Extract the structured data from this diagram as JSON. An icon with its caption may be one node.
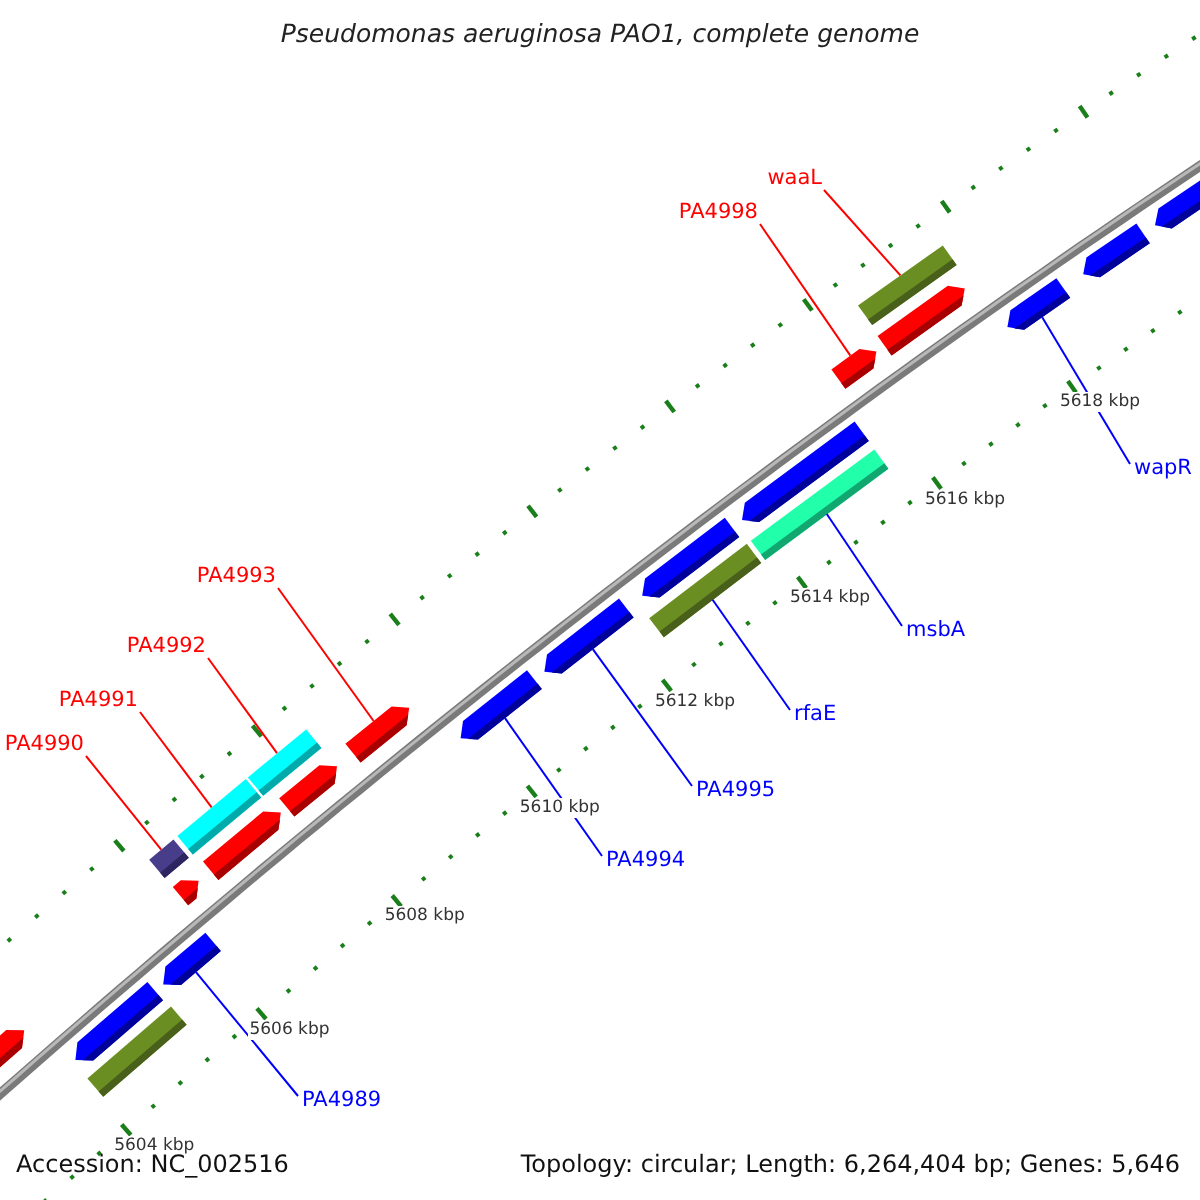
{
  "diagram": {
    "title": "Pseudomonas aeruginosa PAO1, complete genome",
    "nodes": [
      {
        "text": [
          "waaL"
        ]
      },
      {
        "text": [
          "PA4998"
        ]
      },
      {
        "text": [
          "PA4993"
        ]
      },
      {
        "text": [
          "PA4992"
        ]
      },
      {
        "text": [
          "PA4991"
        ]
      },
      {
        "text": [
          "PA4990"
        ]
      },
      {
        "text": [
          "wapR"
        ]
      },
      {
        "text": [
          "msbA"
        ]
      },
      {
        "text": [
          "rfaE"
        ]
      },
      {
        "text": [
          "PA4995"
        ]
      },
      {
        "text": [
          "PA4994"
        ]
      },
      {
        "text": [
          "PA4989"
        ]
      },
      {
        "text": [],
        "shape": "arrow"
      },
      {
        "text": [],
        "shape": "arrow"
      },
      {
        "text": [],
        "shape": "bar"
      },
      {
        "text": [],
        "shape": "box"
      },
      {
        "text": [],
        "shape": "arrow"
      },
      {
        "text": [],
        "shape": "arrow"
      },
      {
        "text": [],
        "shape": "bar"
      },
      {
        "text": [],
        "shape": "arrow"
      },
      {
        "text": [],
        "shape": "bar"
      },
      {
        "text": [],
        "shape": "arrow"
      },
      {
        "text": [],
        "shape": "arrow"
      },
      {
        "text": [],
        "shape": "arrow"
      },
      {
        "text": [],
        "shape": "arrow"
      },
      {
        "text": [],
        "shape": "arrow"
      },
      {
        "text": [],
        "shape": "bar"
      },
      {
        "text": [],
        "shape": "arrow"
      },
      {
        "text": [],
        "shape": "bar"
      },
      {
        "text": [],
        "shape": "arrow"
      },
      {
        "text": [],
        "shape": "bar"
      },
      {
        "text": [],
        "shape": "arrow"
      },
      {
        "text": [],
        "shape": "arrow"
      },
      {
        "text": [],
        "shape": "arrow"
      },
      {
        "text": [],
        "shape": "arrow"
      }
    ],
    "edges": [
      {
        "from": 0,
        "to": 30,
        "arrow": "none",
        "color": "#ff0000"
      },
      {
        "from": 1,
        "to": 29,
        "arrow": "none",
        "color": "#ff0000"
      },
      {
        "from": 2,
        "to": 22,
        "arrow": "none",
        "color": "#ff0000"
      },
      {
        "from": 3,
        "to": 20,
        "arrow": "none",
        "color": "#ff0000"
      },
      {
        "from": 4,
        "to": 18,
        "arrow": "none",
        "color": "#ff0000"
      },
      {
        "from": 5,
        "to": 15,
        "arrow": "none",
        "color": "#ff0000"
      },
      {
        "from": 6,
        "to": 32,
        "arrow": "none",
        "color": "#0000ff"
      },
      {
        "from": 7,
        "to": 28,
        "arrow": "none",
        "color": "#0000ff"
      },
      {
        "from": 8,
        "to": 26,
        "arrow": "none",
        "color": "#0000ff"
      },
      {
        "from": 9,
        "to": 24,
        "arrow": "none",
        "color": "#0000ff"
      },
      {
        "from": 10,
        "to": 23,
        "arrow": "none",
        "color": "#0000ff"
      },
      {
        "from": 11,
        "to": 16,
        "arrow": "none",
        "color": "#0000ff"
      }
    ],
    "labels": [
      "5604 kbp",
      "5606 kbp",
      "5608 kbp",
      "5610 kbp",
      "5612 kbp",
      "5614 kbp",
      "5616 kbp",
      "5618 kbp",
      "Accession: NC_002516",
      "Topology: circular; Length: 6,264,404 bp; Genes: 5,646"
    ]
  }
}
